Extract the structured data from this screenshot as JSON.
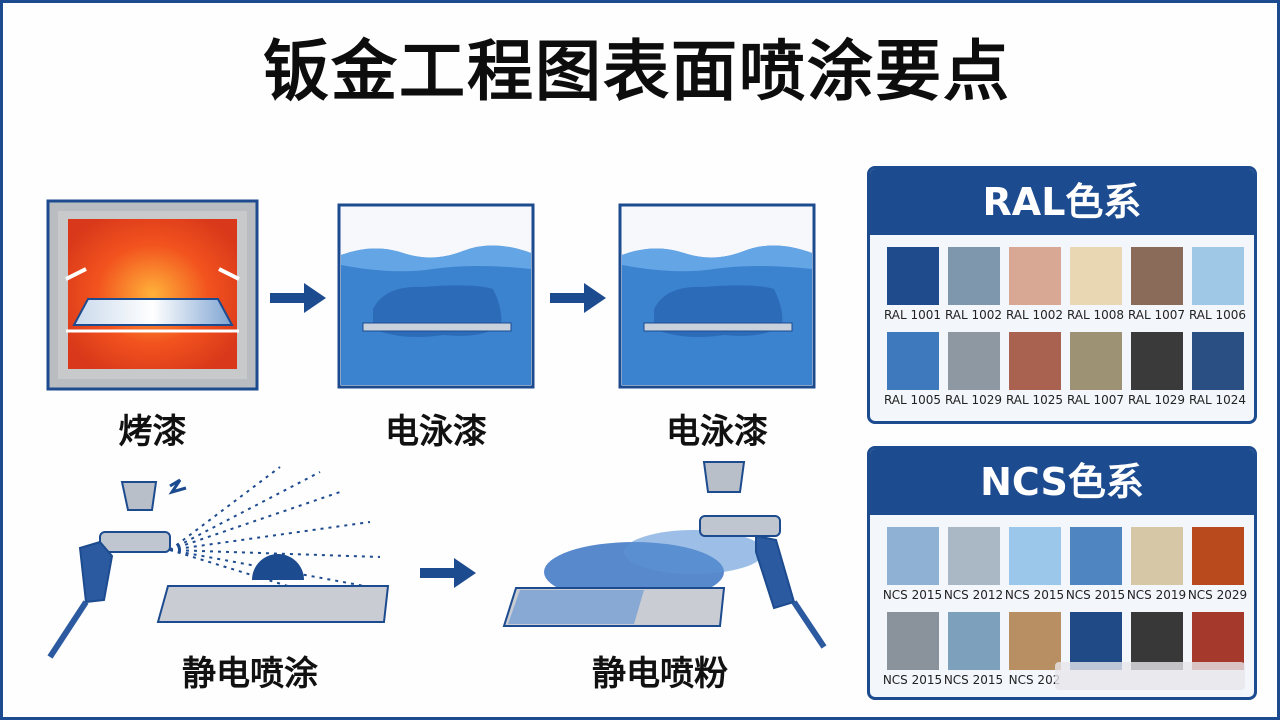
{
  "title": "钣金工程图表面喷涂要点",
  "processes": [
    {
      "label": "烤漆",
      "icon": "oven-icon"
    },
    {
      "label": "电泳漆",
      "icon": "electrophoresis-tank-icon"
    },
    {
      "label": "电泳漆",
      "icon": "electrophoresis-tank-icon"
    },
    {
      "label": "静电喷涂",
      "icon": "spray-gun-icon"
    },
    {
      "label": "静电喷粉",
      "icon": "powder-spray-gun-icon"
    }
  ],
  "ral": {
    "heading": "RAL色系",
    "swatches": [
      {
        "code": "RAL 1001",
        "color": "#1f4a8c"
      },
      {
        "code": "RAL 1002",
        "color": "#7f97ad"
      },
      {
        "code": "RAL 1002",
        "color": "#d9a894"
      },
      {
        "code": "RAL 1008",
        "color": "#e9d7b4"
      },
      {
        "code": "RAL 1007",
        "color": "#8a6a58"
      },
      {
        "code": "RAL 1006",
        "color": "#9fc8e6"
      },
      {
        "code": "RAL 1005",
        "color": "#3f79bd"
      },
      {
        "code": "RAL 1029",
        "color": "#8e98a3"
      },
      {
        "code": "RAL 1025",
        "color": "#a9624f"
      },
      {
        "code": "RAL 1007",
        "color": "#9d9273"
      },
      {
        "code": "RAL 1029",
        "color": "#3a3a3a"
      },
      {
        "code": "RAL 1024",
        "color": "#2a4f83"
      }
    ]
  },
  "ncs": {
    "heading": "NCS色系",
    "swatches": [
      {
        "code": "NCS 2015",
        "color": "#8fb1d3"
      },
      {
        "code": "NCS 2012",
        "color": "#aab8c6"
      },
      {
        "code": "NCS 2015",
        "color": "#9bc7ea"
      },
      {
        "code": "NCS 2015",
        "color": "#4f86c2"
      },
      {
        "code": "NCS 2019",
        "color": "#d6c8a7"
      },
      {
        "code": "NCS 2029",
        "color": "#b84a1e"
      },
      {
        "code": "NCS 2015",
        "color": "#8a939c"
      },
      {
        "code": "NCS 2015",
        "color": "#7da1bd"
      },
      {
        "code": "NCS 202",
        "color": "#b88e63"
      },
      {
        "code": "",
        "color": "#1f4a86"
      },
      {
        "code": "",
        "color": "#383838"
      },
      {
        "code": "",
        "color": "#a5392b"
      }
    ]
  },
  "colors": {
    "brand_blue": "#1d4b8f",
    "arrow_blue": "#1d4b8f"
  }
}
